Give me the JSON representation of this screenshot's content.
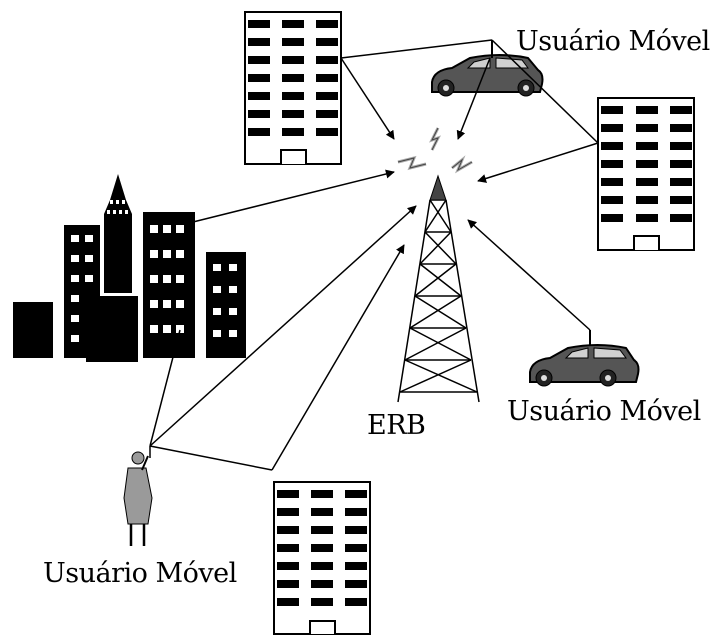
{
  "labels": {
    "mobile_user_top": "Usuário Móvel",
    "mobile_user_right": "Usuário Móvel",
    "mobile_user_bottom": "Usuário Móvel",
    "base_station": "ERB"
  },
  "colors": {
    "ink": "#000000",
    "car_body": "#555555",
    "person": "#9a9a9a",
    "radio_waves": "#bdbdbd"
  }
}
